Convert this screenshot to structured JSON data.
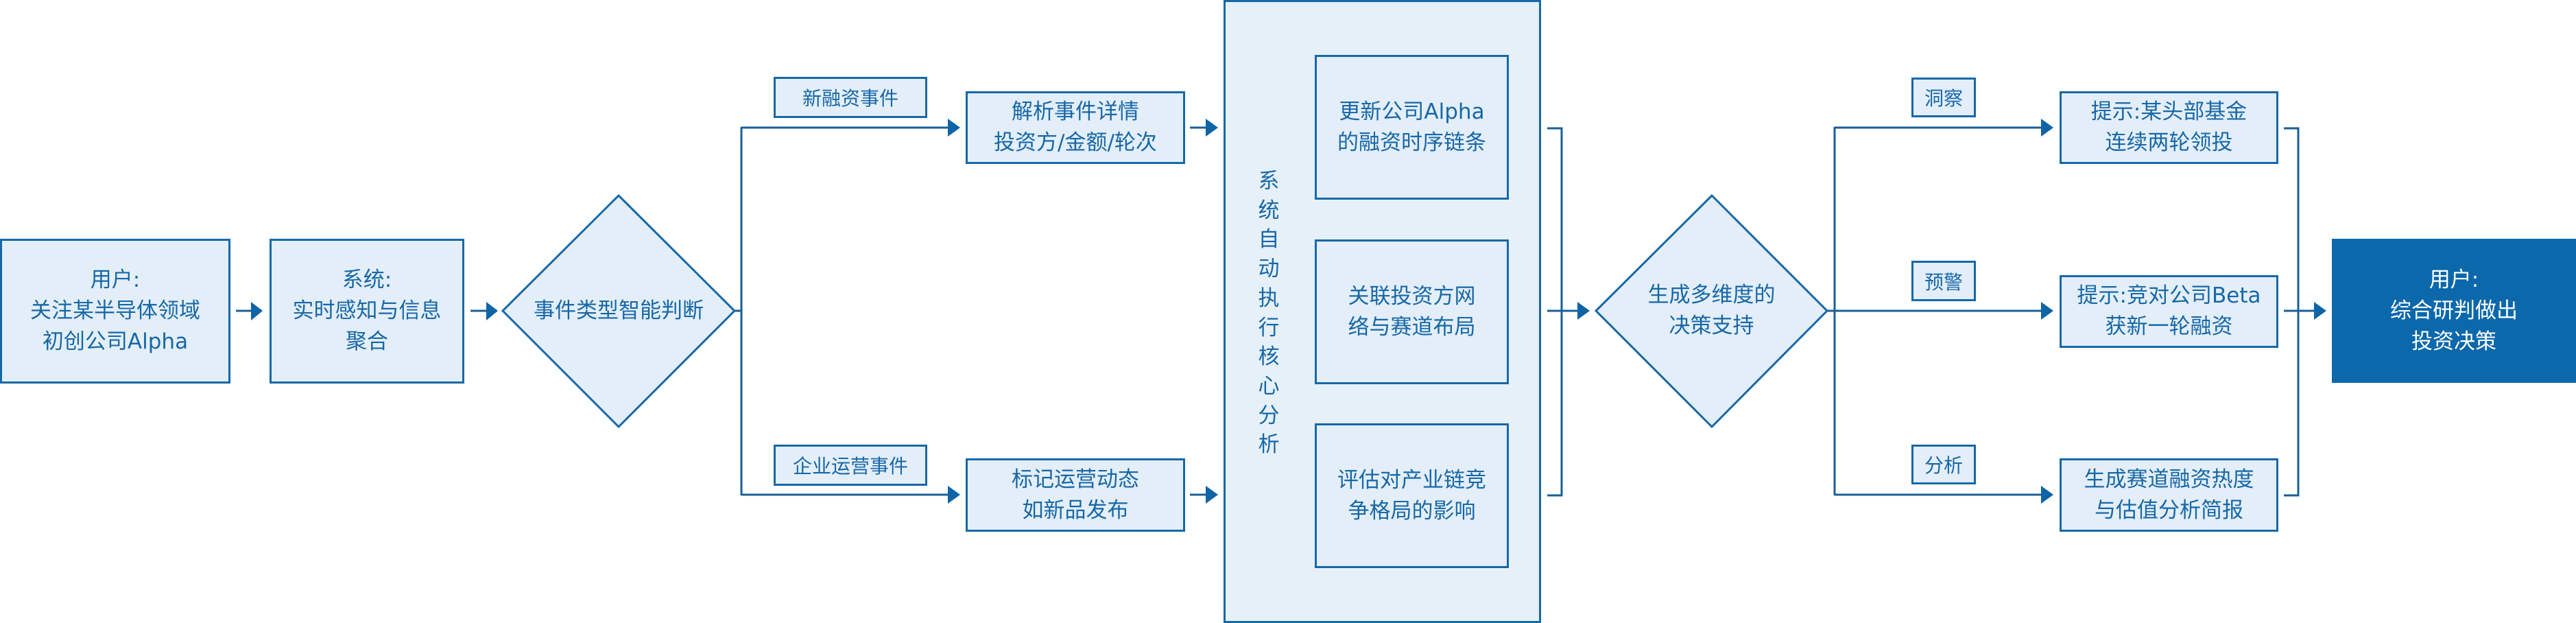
{
  "colors": {
    "accent": "#1768a6",
    "node_fill": "#e3eef9",
    "container_fill": "#e6f0f9",
    "final_fill": "#0b68ab",
    "final_text": "#ffffff",
    "connector": "#1a5f96"
  },
  "nodes": {
    "user_start": {
      "lines": [
        "用户:",
        "关注某半导体领域",
        "初创公司Alpha"
      ]
    },
    "system_aggregate": {
      "lines": [
        "系统:",
        "实时感知与信息",
        "聚合"
      ]
    },
    "event_judgement": {
      "lines": [
        "事件类型智能判断"
      ]
    },
    "branch_labels": {
      "new_funding": "新融资事件",
      "operations": "企业运营事件"
    },
    "parse_details": {
      "lines": [
        "解析事件详情",
        "投资方/金额/轮次"
      ]
    },
    "mark_operations": {
      "lines": [
        "标记运营动态",
        "如新品发布"
      ]
    },
    "core_analysis": {
      "title": "系统自动执行核心分析",
      "tasks": [
        {
          "lines": [
            "更新公司Alpha",
            "的融资时序链条"
          ]
        },
        {
          "lines": [
            "关联投资方网",
            "络与赛道布局"
          ]
        },
        {
          "lines": [
            "评估对产业链竞",
            "争格局的影响"
          ]
        }
      ]
    },
    "decision_support": {
      "lines": [
        "生成多维度的",
        "决策支持"
      ]
    },
    "output_labels": {
      "insight": "洞察",
      "warning": "预警",
      "analysis": "分析"
    },
    "outputs": [
      {
        "lines": [
          "提示:某头部基金",
          "连续两轮领投"
        ]
      },
      {
        "lines": [
          "提示:竞对公司Beta",
          "获新一轮融资"
        ]
      },
      {
        "lines": [
          "生成赛道融资热度",
          "与估值分析简报"
        ]
      }
    ],
    "user_end": {
      "lines": [
        "用户:",
        "综合研判做出",
        "投资决策"
      ]
    }
  }
}
